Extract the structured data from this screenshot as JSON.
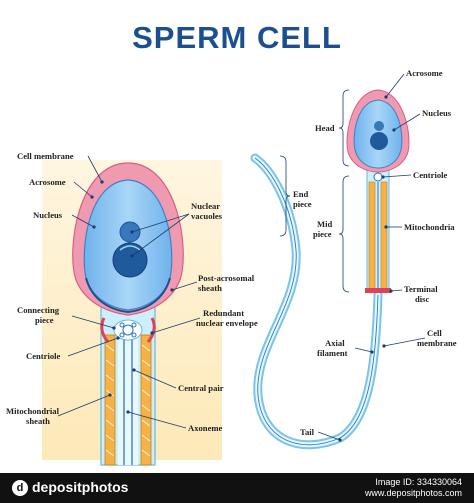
{
  "title": "SPERM CELL",
  "labels": {
    "cell_membrane_left": "Cell membrane",
    "acrosome_left": "Acrosome",
    "nucleus_left": "Nucleus",
    "nuclear_vacuoles_1": "Nuclear",
    "nuclear_vacuoles_2": "vacuoles",
    "post_acrosomal_1": "Post-acrosomal",
    "post_acrosomal_2": "sheath",
    "connecting_piece_1": "Connecting",
    "connecting_piece_2": "piece",
    "redundant_1": "Redundant",
    "redundant_2": "nuclear envelope",
    "centriole_left": "Centriole",
    "central_pair": "Central pair",
    "mitochondrial_sheath_1": "Mitochondrial",
    "mitochondrial_sheath_2": "sheath",
    "axoneme": "Axoneme",
    "acrosome_right": "Acrosome",
    "nucleus_right": "Nucleus",
    "head": "Head",
    "centriole_right": "Centriole",
    "end_piece_1": "End",
    "end_piece_2": "piece",
    "mid_piece_1": "Mid",
    "mid_piece_2": "piece",
    "mitochondria": "Mitochondria",
    "terminal_disc_1": "Terminal",
    "terminal_disc_2": "disc",
    "axial_filament_1": "Axial",
    "axial_filament_2": "filament",
    "cell_membrane_right_1": "Cell",
    "cell_membrane_right_2": "membrane",
    "tail": "Tail"
  },
  "footer": {
    "brand": "depositphotos",
    "image_id": "Image ID: 334330064",
    "site": "www.depositphotos.com"
  },
  "colors": {
    "title": "#1b4f8f",
    "nucleus": "#2d6fb8",
    "acrosome": "#f08aa6",
    "mitochondria": "#e8a23a",
    "membrane": "#8fd0f0"
  }
}
